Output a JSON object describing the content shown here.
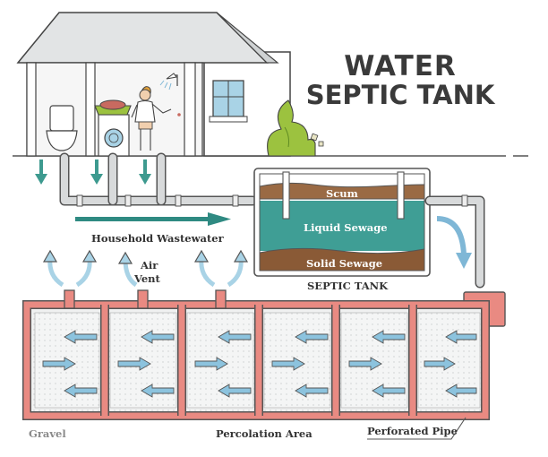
{
  "title": {
    "line1": "WATER",
    "line2": "SEPTIC TANK"
  },
  "labels": {
    "household_wastewater": "Household Wastewater",
    "air_vent_line1": "Air",
    "air_vent_line2": "Vent",
    "scum": "Scum",
    "liquid_sewage": "Liquid Sewage",
    "solid_sewage": "Solid Sewage",
    "septic_tank": "SEPTIC TANK",
    "gravel": "Gravel",
    "percolation_area": "Percolation Area",
    "perforated_pipe": "Perforated Pipe"
  },
  "colors": {
    "liquid": "#3f9e95",
    "scum": "#9a6a44",
    "solid": "#8a5a36",
    "pipe": "#d8dadb",
    "drain_pipe": "#e98a82",
    "arrow": "#7fb7d6",
    "flow_arrow": "#2f8a82",
    "gravel_bg": "#f0f1f1",
    "roof": "#e2e4e5",
    "bush": "#9cc23f"
  }
}
